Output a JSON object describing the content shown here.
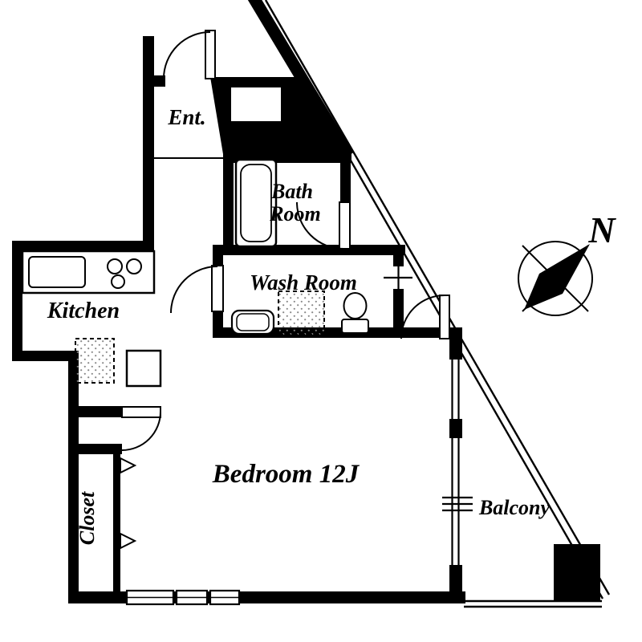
{
  "rooms": {
    "entrance": {
      "label": "Ent."
    },
    "bathroom": {
      "label_line1": "Bath",
      "label_line2": "Room"
    },
    "washroom": {
      "label": "Wash Room"
    },
    "kitchen": {
      "label": "Kitchen"
    },
    "bedroom": {
      "label": "Bedroom 12J"
    },
    "closet": {
      "label": "Closet"
    },
    "balcony": {
      "label": "Balcony"
    }
  },
  "compass": {
    "north_label": "N"
  },
  "colors": {
    "wall": "#000000",
    "background": "#ffffff",
    "line": "#000000"
  },
  "fixtures": [
    "kitchen-sink",
    "stove-3-burners",
    "bathtub",
    "vanity-sink",
    "toilet",
    "washing-machine-space",
    "refrigerator-space",
    "shoe-cabinet"
  ]
}
